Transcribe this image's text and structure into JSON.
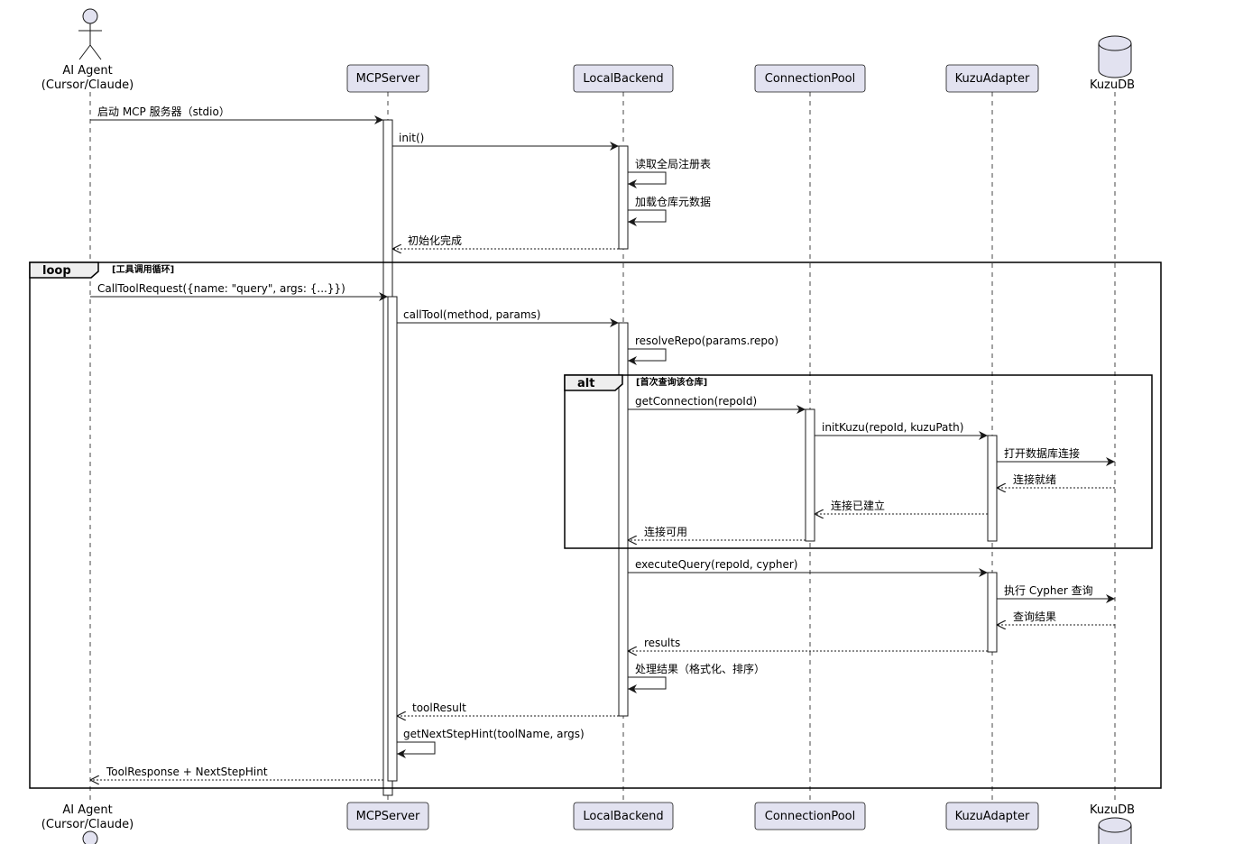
{
  "participants": [
    {
      "id": "agent",
      "label": "AI Agent\n(Cursor/Claude)",
      "kind": "actor"
    },
    {
      "id": "mcp",
      "label": "MCPServer",
      "kind": "box"
    },
    {
      "id": "backend",
      "label": "LocalBackend",
      "kind": "box"
    },
    {
      "id": "pool",
      "label": "ConnectionPool",
      "kind": "box"
    },
    {
      "id": "adapter",
      "label": "KuzuAdapter",
      "kind": "box"
    },
    {
      "id": "db",
      "label": "KuzuDB",
      "kind": "database"
    }
  ],
  "messages": [
    {
      "from": "agent",
      "to": "mcp",
      "label": "启动 MCP 服务器（stdio）",
      "style": "sync"
    },
    {
      "from": "mcp",
      "to": "backend",
      "label": "init()",
      "style": "sync"
    },
    {
      "from": "backend",
      "to": "backend",
      "label": "读取全局注册表",
      "style": "self"
    },
    {
      "from": "backend",
      "to": "backend",
      "label": "加载仓库元数据",
      "style": "self"
    },
    {
      "from": "backend",
      "to": "mcp",
      "label": "初始化完成",
      "style": "return"
    },
    {
      "from": "agent",
      "to": "mcp",
      "label": "CallToolRequest({name: \"query\", args: {...}})",
      "style": "sync"
    },
    {
      "from": "mcp",
      "to": "backend",
      "label": "callTool(method, params)",
      "style": "sync"
    },
    {
      "from": "backend",
      "to": "backend",
      "label": "resolveRepo(params.repo)",
      "style": "self"
    },
    {
      "from": "backend",
      "to": "pool",
      "label": "getConnection(repoId)",
      "style": "sync"
    },
    {
      "from": "pool",
      "to": "adapter",
      "label": "initKuzu(repoId, kuzuPath)",
      "style": "sync"
    },
    {
      "from": "adapter",
      "to": "db",
      "label": "打开数据库连接",
      "style": "sync"
    },
    {
      "from": "db",
      "to": "adapter",
      "label": "连接就绪",
      "style": "return"
    },
    {
      "from": "adapter",
      "to": "pool",
      "label": "连接已建立",
      "style": "return"
    },
    {
      "from": "pool",
      "to": "backend",
      "label": "连接可用",
      "style": "return"
    },
    {
      "from": "backend",
      "to": "adapter",
      "label": "executeQuery(repoId, cypher)",
      "style": "sync"
    },
    {
      "from": "adapter",
      "to": "db",
      "label": "执行 Cypher 查询",
      "style": "sync"
    },
    {
      "from": "db",
      "to": "adapter",
      "label": "查询结果",
      "style": "return"
    },
    {
      "from": "adapter",
      "to": "backend",
      "label": "results",
      "style": "return"
    },
    {
      "from": "backend",
      "to": "backend",
      "label": "处理结果（格式化、排序）",
      "style": "self"
    },
    {
      "from": "backend",
      "to": "mcp",
      "label": "toolResult",
      "style": "return"
    },
    {
      "from": "mcp",
      "to": "mcp",
      "label": "getNextStepHint(toolName, args)",
      "style": "self"
    },
    {
      "from": "mcp",
      "to": "agent",
      "label": "ToolResponse + NextStepHint",
      "style": "return"
    }
  ],
  "fragments": [
    {
      "kind": "loop",
      "condition": "[工具调用循环]"
    },
    {
      "kind": "alt",
      "condition": "[首次查询该仓库]"
    }
  ],
  "colors": {
    "participant_fill": "#E2E2F0",
    "participant_border": "#181818",
    "lifeline": "#181818",
    "activation_fill": "#FFFFFF",
    "arrow": "#181818"
  }
}
